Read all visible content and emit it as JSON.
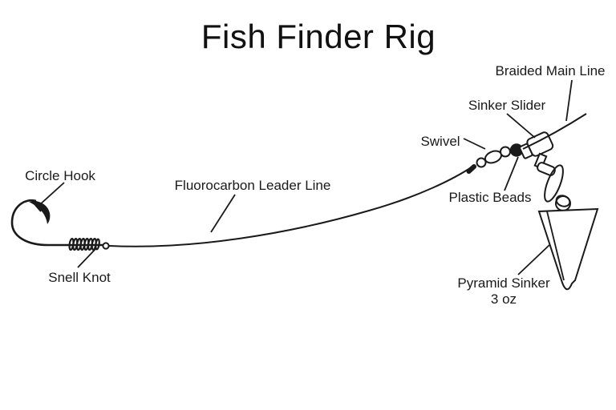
{
  "diagram": {
    "title": "Fish Finder Rig",
    "labels": {
      "braided_main_line": "Braided Main Line",
      "sinker_slider": "Sinker Slider",
      "swivel": "Swivel",
      "plastic_beads": "Plastic Beads",
      "circle_hook": "Circle Hook",
      "fluorocarbon_leader_line": "Fluorocarbon Leader Line",
      "snell_knot": "Snell Knot",
      "pyramid_sinker": "Pyramid Sinker",
      "pyramid_sinker_weight": "3 oz"
    },
    "colors": {
      "ink": "#1a1a1a",
      "background": "#ffffff"
    }
  }
}
